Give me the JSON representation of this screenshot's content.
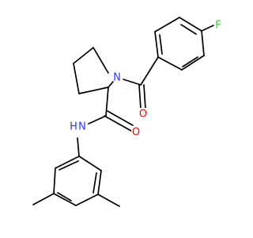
{
  "molecule": {
    "atoms": [
      {
        "element": "F",
        "color": "#33cc33"
      },
      {
        "element": "N",
        "color": "#3333ff"
      },
      {
        "element": "O",
        "color": "#ff0000"
      },
      {
        "element": "O",
        "color": "#ff0000"
      },
      {
        "element": "N",
        "color": "#3333ff"
      },
      {
        "element": "H",
        "color": "#3333ff"
      }
    ]
  }
}
